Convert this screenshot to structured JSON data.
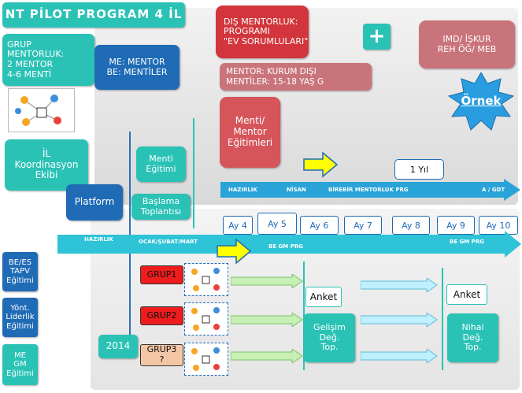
{
  "title": "NT PİLOT PROGRAM 4 İL",
  "boxes": {
    "grup_mentorluk": "GRUP\nMENTORLUK:\n2 MENTOR\n4-6 MENTİ",
    "me_be": "ME: MENTOR\nBE: MENTİLER",
    "il_koordinasyon": "İL\nKoordinasyon\nEkibi",
    "platform": "Platform",
    "menti_egitimi": "Menti\nEğitimi",
    "baslama_toplantisi": "Başlama\nToplantısı",
    "dis_mentorluk": "DIŞ MENTORLUK:\nPROGRAMI\n\"EV SORUMLULARI\"",
    "plus": "+",
    "imd": "IMD/ İŞKUR\nREH ÖĞ/ MEB",
    "mentor_kurum": "MENTOR: KURUM DIŞI\nMENTİLER: 15-18 YAŞ G",
    "menti_mentor_egitimleri": "Menti/\nMentor\nEğitimleri",
    "ornek": "Örnek",
    "bir_yil": "1 Yıl",
    "be_es": "BE/ES\nTAPV\nEğitimi",
    "yont": "Yönt.\nLiderlik\nEğitimi",
    "me_gm": "ME\nGM\nEğitimi",
    "year": "2014",
    "grup1": "GRUP1",
    "grup2": "GRUP2",
    "grup3": "GRUP3\n?",
    "anket1": "Anket",
    "anket2": "Anket",
    "gelisim": "Gelişim\nDeğ.\nTop.",
    "nihai": "Nihai\nDeğ.\nTop."
  },
  "arrow_upper": {
    "hazirlik": "HAZIRLIK",
    "nisan": "NİSAN",
    "birebir": "BİREBİR MENTORLUK PRG",
    "a_gdt": "A / GDT"
  },
  "arrow_lower": {
    "hazirlik": "HAZIRLIK",
    "ocak": "OCAK/ŞUBAT/MART",
    "be_gm_prg_1": "BE GM PRG",
    "be_gm_prg_2": "BE GM PRG"
  },
  "months": [
    "Ay 4",
    "Ay 5",
    "Ay 6",
    "Ay 7",
    "Ay 8",
    "Ay 9",
    "Ay 10"
  ],
  "colors": {
    "teal": "#2bc2b6",
    "blue": "#1f6bb6",
    "red": "#d2363c",
    "rose": "#c9747a",
    "yellow": "#ffff00",
    "group_red": "#ee1c1c",
    "group_peach": "#f5c6a5",
    "arrow_green": "#c7f0b5",
    "arrow_cyan": "#bff0ff"
  }
}
